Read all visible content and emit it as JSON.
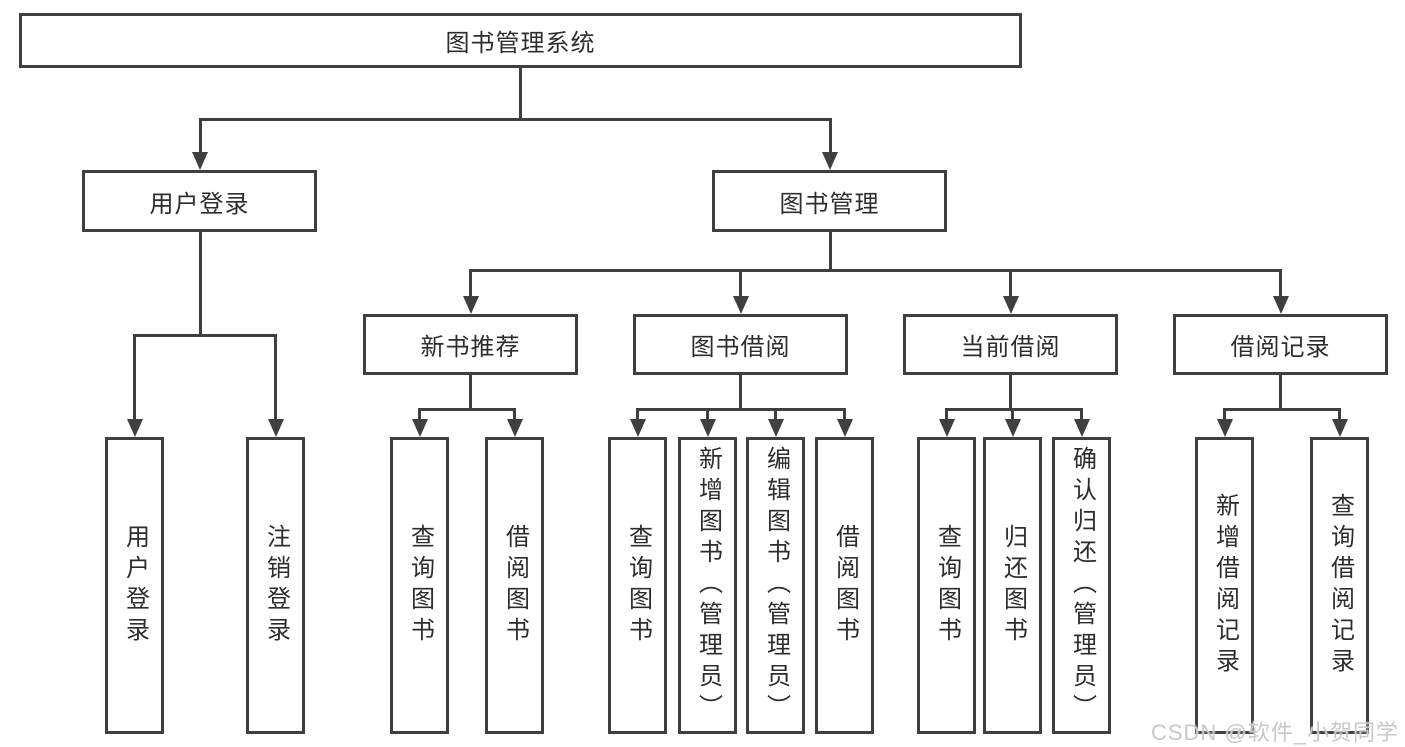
{
  "tree": {
    "root": {
      "label": "图书管理系统"
    },
    "children": [
      {
        "label": "用户登录",
        "children": [
          {
            "label": "用户登录"
          },
          {
            "label": "注销登录"
          }
        ]
      },
      {
        "label": "图书管理",
        "children": [
          {
            "label": "新书推荐",
            "children": [
              {
                "label": "查询图书"
              },
              {
                "label": "借阅图书"
              }
            ]
          },
          {
            "label": "图书借阅",
            "children": [
              {
                "label": "查询图书"
              },
              {
                "label": "新增图书（管理员）"
              },
              {
                "label": "编辑图书（管理员）"
              },
              {
                "label": "借阅图书"
              }
            ]
          },
          {
            "label": "当前借阅",
            "children": [
              {
                "label": "查询图书"
              },
              {
                "label": "归还图书"
              },
              {
                "label": "确认归还（管理员）"
              }
            ]
          },
          {
            "label": "借阅记录",
            "children": [
              {
                "label": "新增借阅记录"
              },
              {
                "label": "查询借阅记录"
              }
            ]
          }
        ]
      }
    ]
  },
  "watermark": {
    "text": "CSDN @软件_小贺同学",
    "color": "#c8c8c8"
  },
  "colors": {
    "line": "#3f3f3f",
    "text": "#2d2d2d",
    "background": "#ffffff"
  }
}
